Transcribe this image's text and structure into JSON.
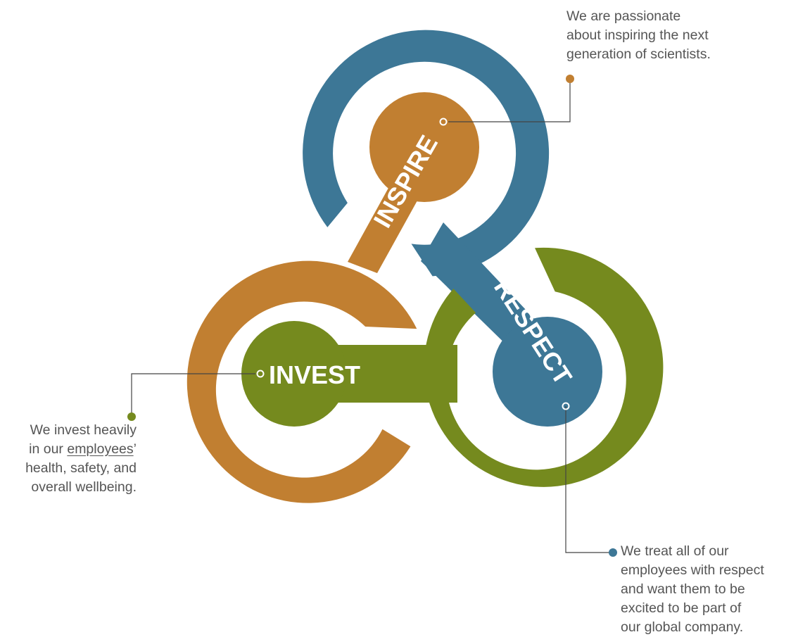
{
  "colors": {
    "blue": "#3d7796",
    "orange": "#c17f31",
    "green": "#758a1e",
    "connector": "#444444",
    "text": "#555555",
    "background": "#ffffff"
  },
  "labels": {
    "inspire": "INSPIRE",
    "respect": "RESPECT",
    "invest": "INVEST"
  },
  "descriptions": {
    "inspire": {
      "lines": [
        "We are passionate",
        "about inspiring the next",
        "generation of scientists."
      ]
    },
    "invest": {
      "line1": "We invest heavily",
      "line2_prefix": "in our ",
      "line2_link": "employees",
      "line2_suffix": "’",
      "line3": "health, safety, and",
      "line4": "overall wellbeing."
    },
    "respect": {
      "lines": [
        "We treat all of our",
        "employees with respect",
        "and want them to be",
        "excited to be part of",
        "our global company."
      ]
    }
  }
}
